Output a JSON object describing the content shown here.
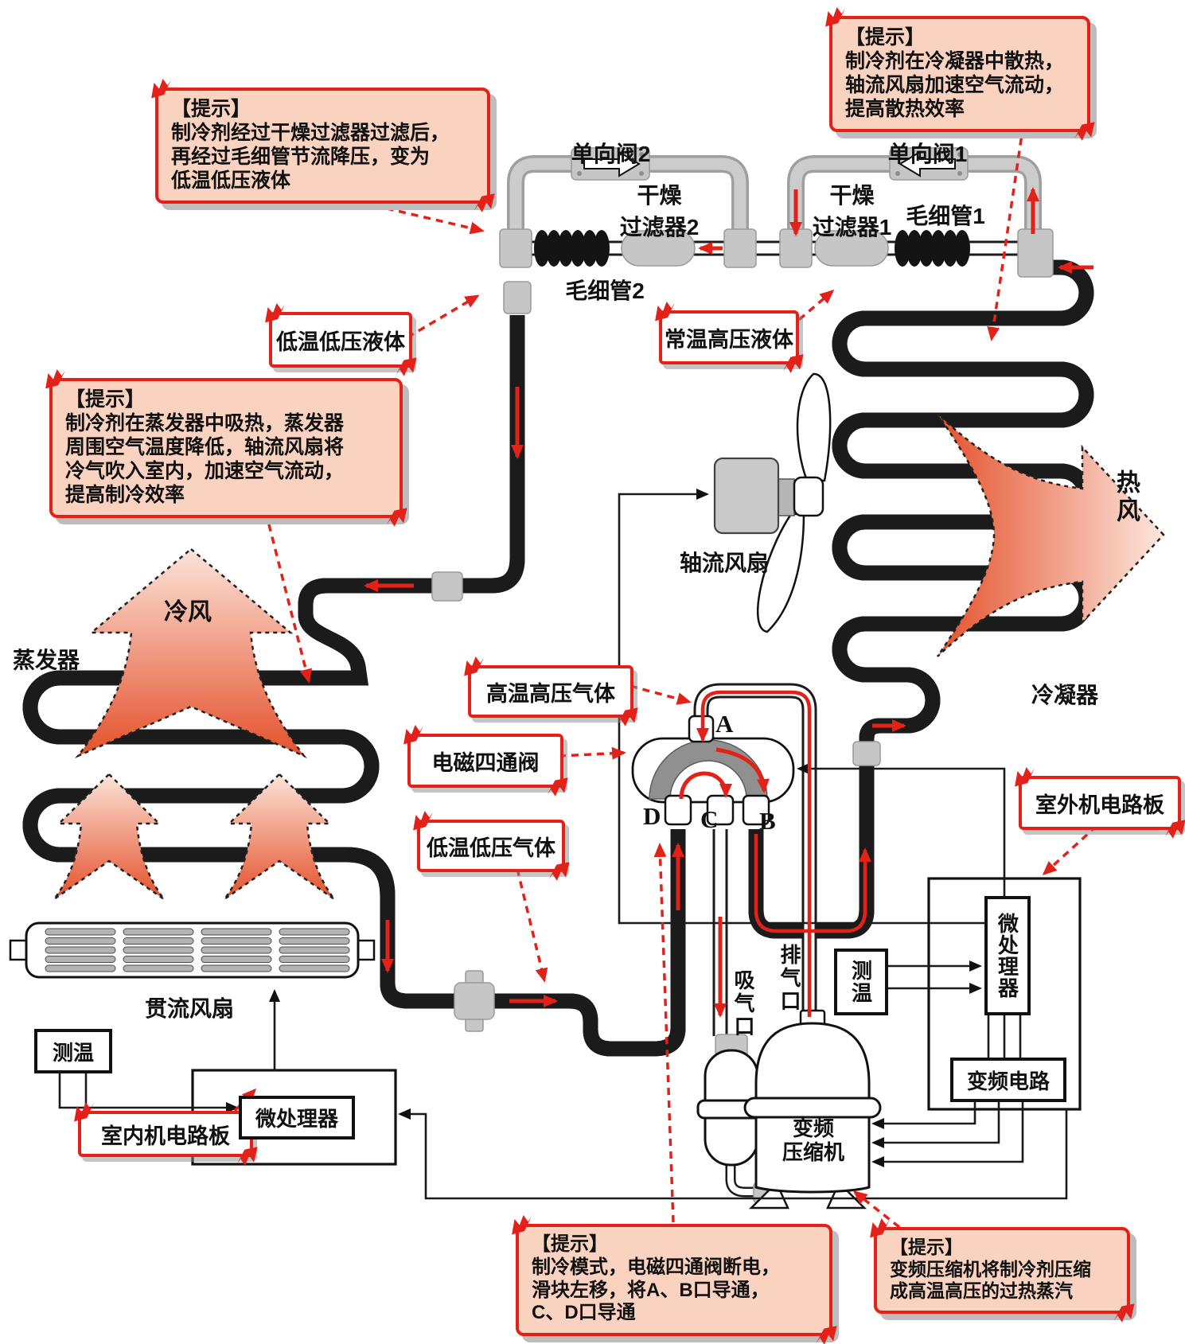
{
  "tips": {
    "tip_filter": {
      "title": "【提示】",
      "lines": [
        "制冷剂经过干燥过滤器过滤后，",
        "再经过毛细管节流降压，变为",
        "低温低压液体"
      ]
    },
    "tip_condenser": {
      "title": "【提示】",
      "lines": [
        "制冷剂在冷凝器中散热，",
        "轴流风扇加速空气流动，",
        "提高散热效率"
      ]
    },
    "tip_evaporator": {
      "title": "【提示】",
      "lines": [
        "制冷剂在蒸发器中吸热，蒸发器",
        "周围空气温度降低，轴流风扇将",
        "冷气吹入室内，加速空气流动，",
        "提高制冷效率"
      ]
    },
    "tip_valve": {
      "title": "【提示】",
      "lines": [
        "制冷模式，电磁四通阀断电，",
        "滑块左移，将A、B口导通，",
        "C、D口导通"
      ]
    },
    "tip_compressor": {
      "title": "【提示】",
      "lines": [
        "变频压缩机将制冷剂压缩",
        "成高温高压的过热蒸汽"
      ]
    }
  },
  "callouts": {
    "low_liquid": "低温低压液体",
    "high_liquid": "常温高压液体",
    "high_gas": "高温高压气体",
    "four_way_valve": "电磁四通阀",
    "low_gas": "低温低压气体",
    "outdoor_board": "室外机电路板",
    "indoor_board": "室内机电路板"
  },
  "parts": {
    "check_valve_2": "单向阀2",
    "check_valve_1": "单向阀1",
    "dryer2_line1": "干燥",
    "dryer2_line2": "过滤器2",
    "dryer1_line1": "干燥",
    "dryer1_line2": "过滤器1",
    "capillary_1": "毛细管1",
    "capillary_2": "毛细管2",
    "evaporator": "蒸发器",
    "cold_wind": "冷风",
    "axial_fan": "轴流风扇",
    "hot_wind": "热风",
    "condenser": "冷凝器",
    "crossflow_fan": "贯流风扇",
    "suction_port": "吸气口",
    "discharge_port": "排气口",
    "compressor_line1": "变频",
    "compressor_line2": "压缩机",
    "port_a": "A",
    "port_b": "B",
    "port_c": "C",
    "port_d": "D"
  },
  "boxes": {
    "temp_indoor": "测温",
    "temp_outdoor": "测温",
    "mcu_indoor": "微处理器",
    "mcu_outdoor": "微处理器",
    "inverter_circuit": "变频电路"
  },
  "colors": {
    "accent_red": "#e32119",
    "tip_fill": "#f9d2c0",
    "pipe_gray": "#c6c6c6",
    "wind_dark": "#e4512c",
    "wind_light": "#fce4d9"
  }
}
